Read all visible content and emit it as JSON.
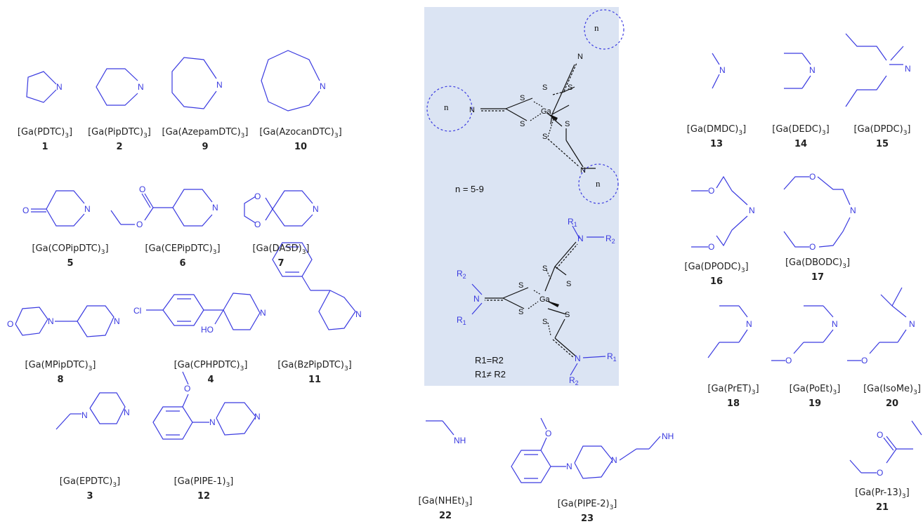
{
  "panel": {
    "n_range": "n = 5-9",
    "r_equal": "R1=R2",
    "r_notequal": "R1≠ R2",
    "ring_n": "n",
    "metal": "Ga",
    "r1": "R",
    "r2": "R",
    "r1_sub": "1",
    "r2_sub": "2",
    "panel_color": "#dbe4f3"
  },
  "atoms": {
    "N": "N",
    "O": "O",
    "S": "S",
    "Cl": "Cl",
    "HO": "HO",
    "NH": "NH"
  },
  "compounds": [
    {
      "prefix": "[Ga(",
      "ligand": "PDTC",
      "suffix": ")",
      "sub": "3",
      "close": "]",
      "number": "1"
    },
    {
      "prefix": "[Ga(",
      "ligand": "PipDTC",
      "suffix": ")",
      "sub": "3",
      "close": "]",
      "number": "2"
    },
    {
      "prefix": "[Ga(",
      "ligand": "AzepamDTC",
      "suffix": ")",
      "sub": "3",
      "close": "]",
      "number": "9"
    },
    {
      "prefix": "[Ga(",
      "ligand": "AzocanDTC",
      "suffix": ")",
      "sub": "3",
      "close": "]",
      "number": "10"
    },
    {
      "prefix": "[Ga(",
      "ligand": "COPipDTC",
      "suffix": ")",
      "sub": "3",
      "close": "]",
      "number": "5"
    },
    {
      "prefix": "[Ga(",
      "ligand": "CEPipDTC",
      "suffix": ")",
      "sub": "3",
      "close": "]",
      "number": "6"
    },
    {
      "prefix": "[Ga(",
      "ligand": "DASD",
      "suffix": ")",
      "sub": "3",
      "close": "]",
      "number": "7"
    },
    {
      "prefix": "[Ga(",
      "ligand": "MPipDTC",
      "suffix": ")",
      "sub": "3",
      "close": "]",
      "number": "8"
    },
    {
      "prefix": "[Ga(",
      "ligand": "CPHPDTC",
      "suffix": ")",
      "sub": "3",
      "close": "]",
      "number": "4"
    },
    {
      "prefix": "[Ga(",
      "ligand": "BzPipDTC",
      "suffix": ")",
      "sub": "3",
      "close": "]",
      "number": "11"
    },
    {
      "prefix": "[Ga(",
      "ligand": "EPDTC",
      "suffix": ")",
      "sub": "3",
      "close": "]",
      "number": "3"
    },
    {
      "prefix": "[Ga(",
      "ligand": "PIPE-1",
      "suffix": ")",
      "sub": "3",
      "close": "]",
      "number": "12"
    },
    {
      "prefix": "[Ga(",
      "ligand": "NHEt",
      "suffix": ")",
      "sub": "3",
      "close": "]",
      "number": "22"
    },
    {
      "prefix": "[Ga(",
      "ligand": "PIPE-2",
      "suffix": ")",
      "sub": "3",
      "close": "]",
      "number": "23"
    },
    {
      "prefix": "[Ga(",
      "ligand": "DMDC",
      "suffix": ")",
      "sub": "3",
      "close": "]",
      "number": "13"
    },
    {
      "prefix": "[Ga(",
      "ligand": "DEDC",
      "suffix": ")",
      "sub": "3",
      "close": "]",
      "number": "14"
    },
    {
      "prefix": "[Ga(",
      "ligand": "DPDC",
      "suffix": ")",
      "sub": "3",
      "close": "]",
      "number": "15"
    },
    {
      "prefix": "[Ga(",
      "ligand": "DPODC",
      "suffix": ")",
      "sub": "3",
      "close": "]",
      "number": "16"
    },
    {
      "prefix": "[Ga(",
      "ligand": "DBODC",
      "suffix": ")",
      "sub": "3",
      "close": "]",
      "number": "17"
    },
    {
      "prefix": "[Ga(",
      "ligand": "PrET",
      "suffix": ")",
      "sub": "3",
      "close": "]",
      "number": "18"
    },
    {
      "prefix": "[Ga(",
      "ligand": "PoEt",
      "suffix": ")",
      "sub": "3",
      "close": "]",
      "number": "19"
    },
    {
      "prefix": "[Ga(",
      "ligand": "IsoMe",
      "suffix": ")",
      "sub": "3",
      "close": "]",
      "number": "20"
    },
    {
      "prefix": "[Ga(",
      "ligand": "Pr-13",
      "suffix": ")",
      "sub": "3",
      "close": "]",
      "number": "21"
    }
  ]
}
